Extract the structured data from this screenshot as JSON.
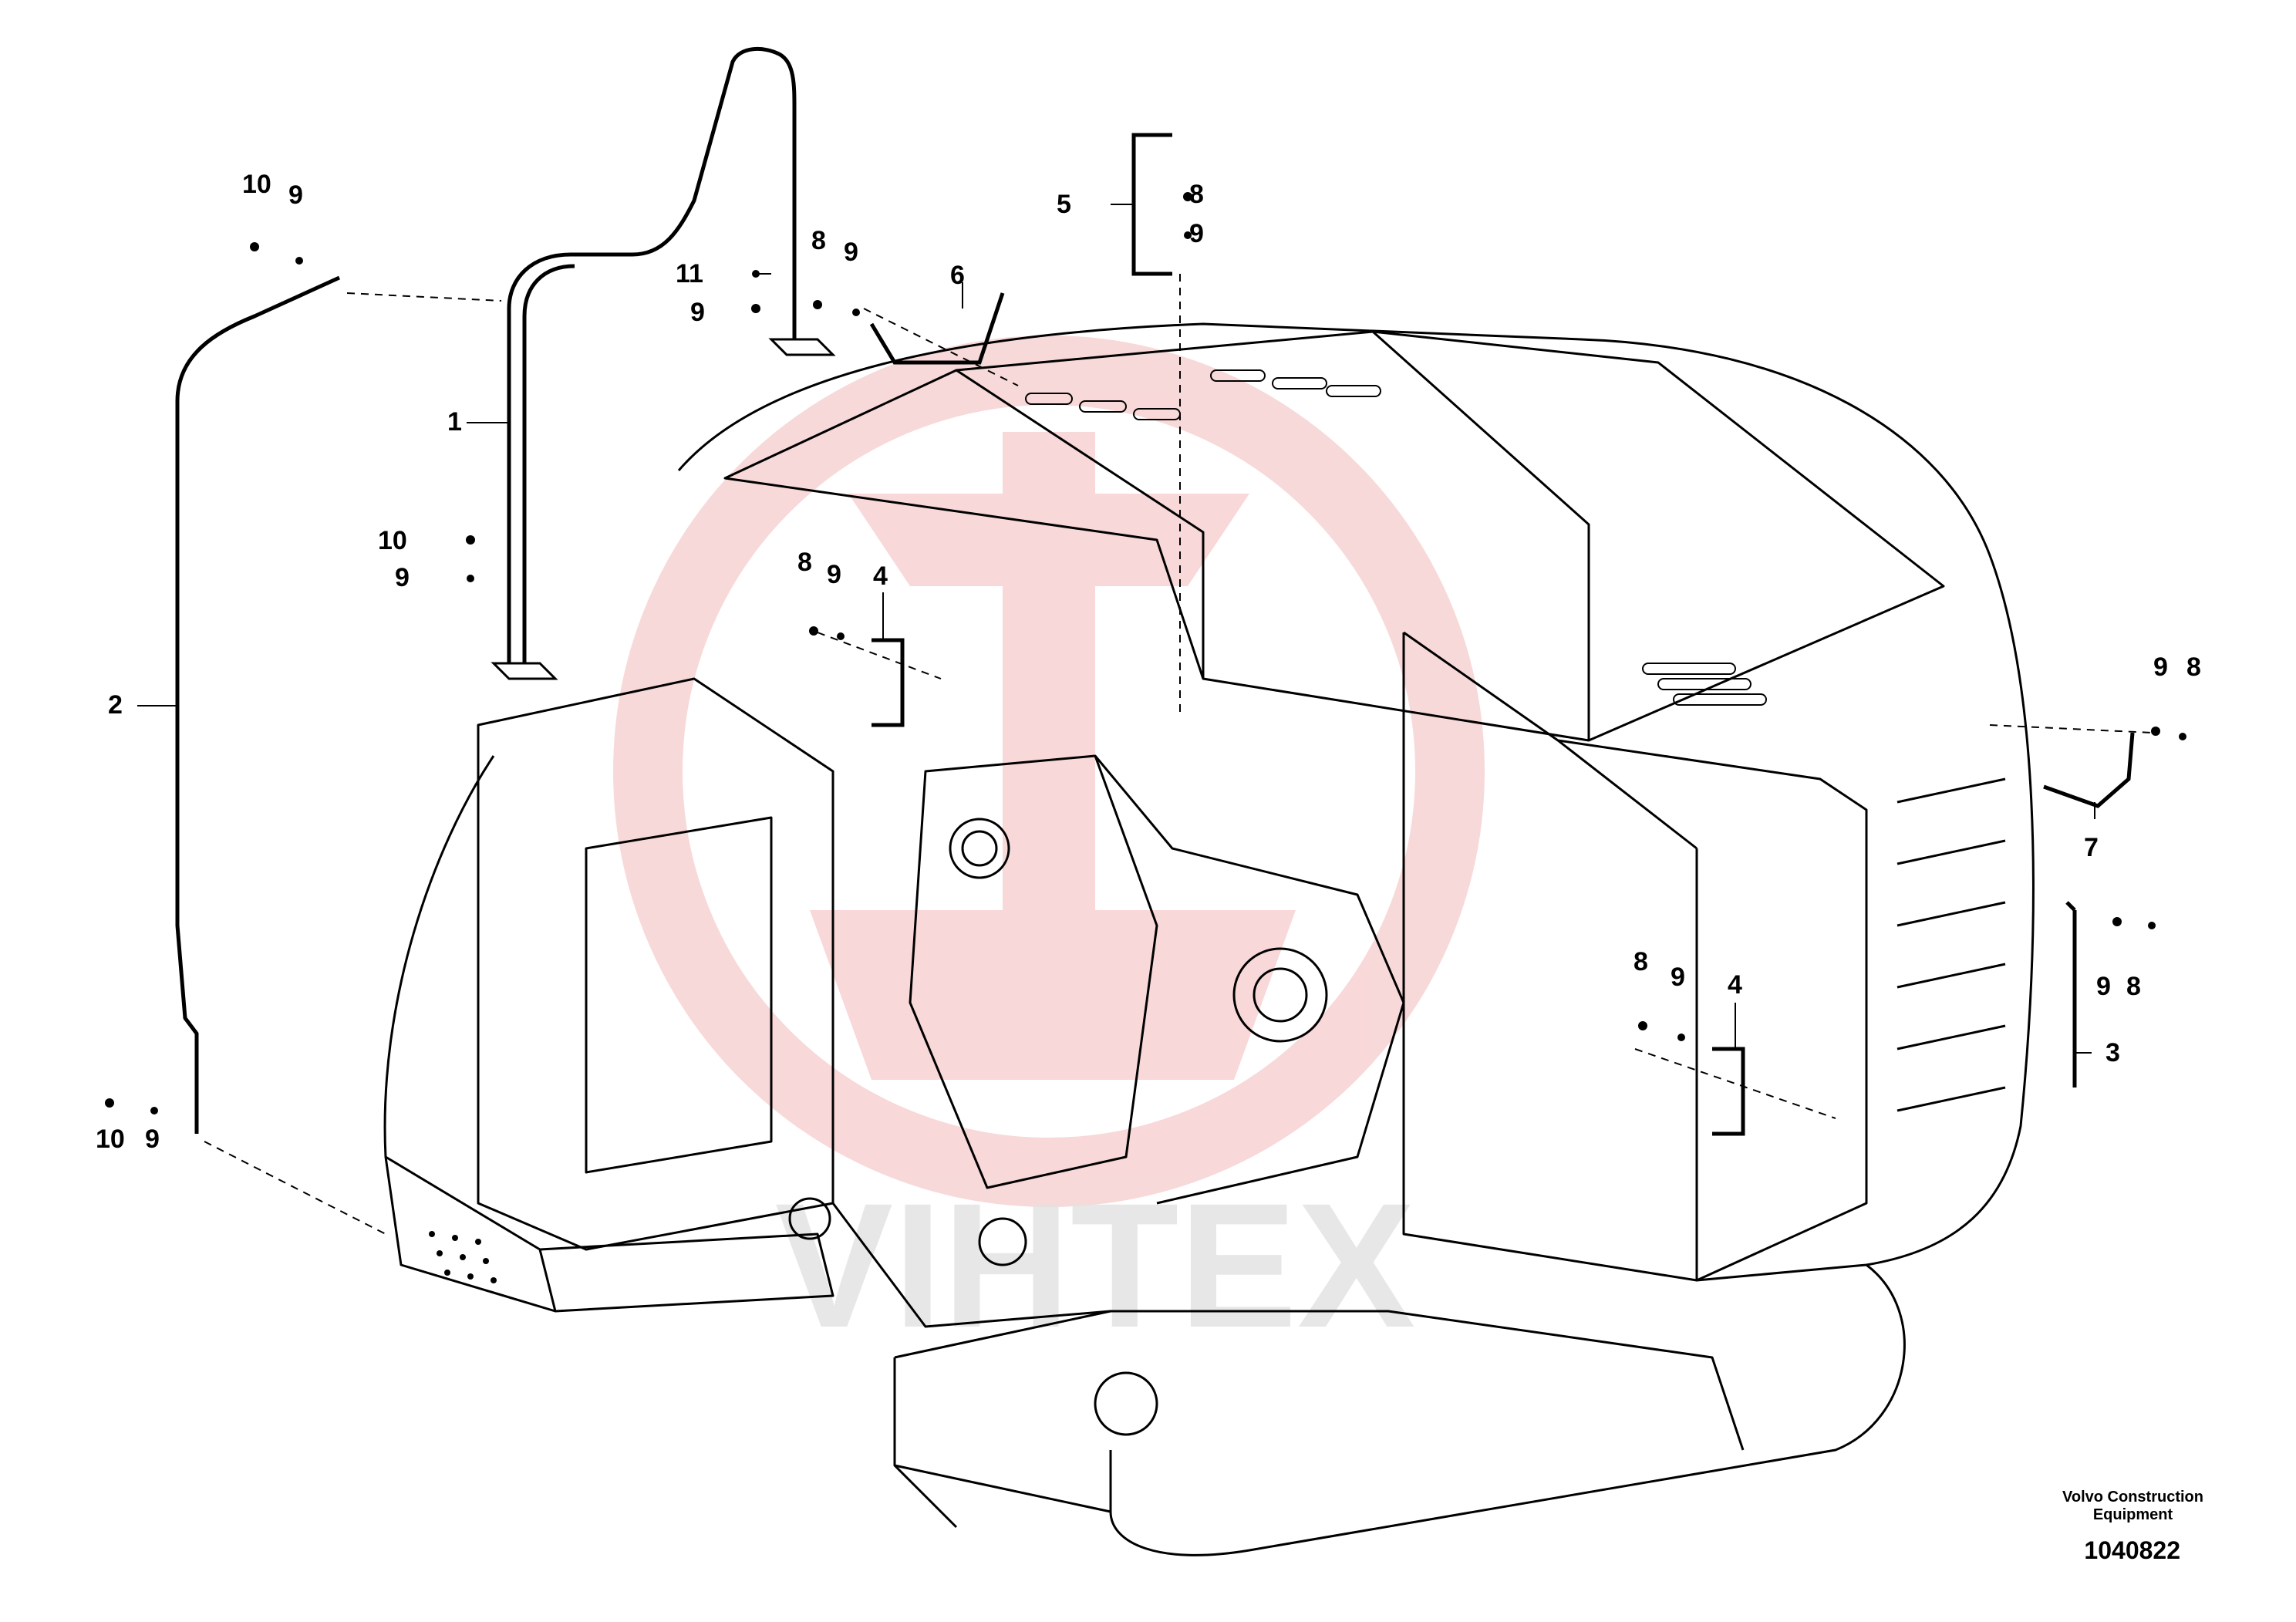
{
  "watermark": {
    "text": "VIHTEX",
    "color": "#f5c6c6"
  },
  "callouts": [
    {
      "id": "c1",
      "text": "1"
    },
    {
      "id": "c2",
      "text": "2"
    },
    {
      "id": "c3",
      "text": "3"
    },
    {
      "id": "c4a",
      "text": "4"
    },
    {
      "id": "c4b",
      "text": "4"
    },
    {
      "id": "c5",
      "text": "5"
    },
    {
      "id": "c6",
      "text": "6"
    },
    {
      "id": "c7",
      "text": "7"
    },
    {
      "id": "c8a",
      "text": "8"
    },
    {
      "id": "c8b",
      "text": "8"
    },
    {
      "id": "c8c",
      "text": "8"
    },
    {
      "id": "c8d",
      "text": "8"
    },
    {
      "id": "c8e",
      "text": "8"
    },
    {
      "id": "c8f",
      "text": "8"
    },
    {
      "id": "c9a",
      "text": "9"
    },
    {
      "id": "c9b",
      "text": "9"
    },
    {
      "id": "c9c",
      "text": "9"
    },
    {
      "id": "c9d",
      "text": "9"
    },
    {
      "id": "c9e",
      "text": "9"
    },
    {
      "id": "c9f",
      "text": "9"
    },
    {
      "id": "c9g",
      "text": "9"
    },
    {
      "id": "c9h",
      "text": "9"
    },
    {
      "id": "c9i",
      "text": "9"
    },
    {
      "id": "c9j",
      "text": "9"
    },
    {
      "id": "c10a",
      "text": "10"
    },
    {
      "id": "c10b",
      "text": "10"
    },
    {
      "id": "c10c",
      "text": "10"
    },
    {
      "id": "c11",
      "text": "11"
    }
  ],
  "footer": {
    "publisher_line1": "Volvo Construction",
    "publisher_line2": "Equipment",
    "reference": "1040822"
  }
}
